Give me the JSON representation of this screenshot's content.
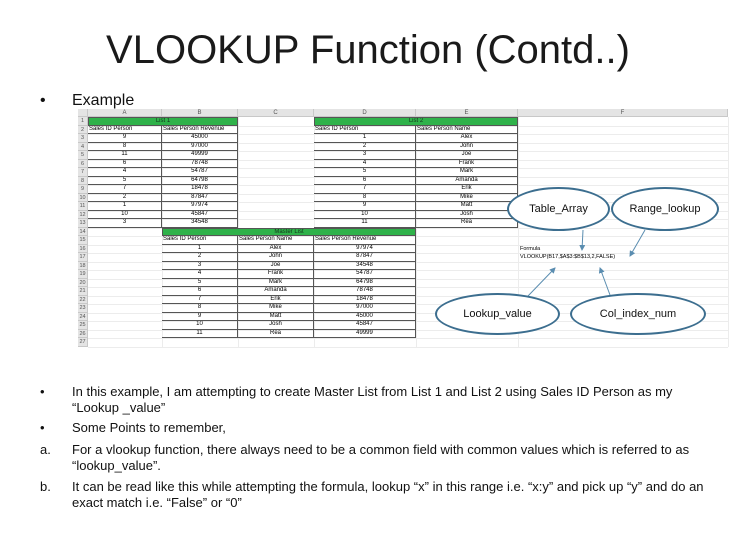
{
  "slide": {
    "title": "VLOOKUP Function (Contd..)",
    "example_label": "Example",
    "bullet_marker": "•"
  },
  "sheet": {
    "columns": [
      "A",
      "B",
      "C",
      "D",
      "E",
      "F"
    ],
    "rows": [
      "1",
      "2",
      "3",
      "4",
      "5",
      "6",
      "7",
      "8",
      "9",
      "10",
      "11",
      "12",
      "13",
      "14",
      "15",
      "16",
      "17",
      "18",
      "19",
      "20",
      "21",
      "22",
      "23",
      "24",
      "25",
      "26",
      "27"
    ],
    "list1": {
      "title": "List 1",
      "headers": [
        "Sales ID Person",
        "Sales Person Revenue"
      ],
      "rows": [
        [
          "9",
          "45000"
        ],
        [
          "8",
          "97000"
        ],
        [
          "11",
          "49999"
        ],
        [
          "6",
          "78748"
        ],
        [
          "4",
          "54787"
        ],
        [
          "5",
          "64798"
        ],
        [
          "7",
          "18478"
        ],
        [
          "2",
          "87847"
        ],
        [
          "1",
          "97974"
        ],
        [
          "10",
          "45847"
        ],
        [
          "3",
          "34548"
        ]
      ]
    },
    "list2": {
      "title": "List 2",
      "headers": [
        "Sales ID Person",
        "Sales Person Name"
      ],
      "rows": [
        [
          "1",
          "Alex"
        ],
        [
          "2",
          "John"
        ],
        [
          "3",
          "Joe"
        ],
        [
          "4",
          "Frank"
        ],
        [
          "5",
          "Mark"
        ],
        [
          "6",
          "Amanda"
        ],
        [
          "7",
          "Erik"
        ],
        [
          "8",
          "Mike"
        ],
        [
          "9",
          "Matt"
        ],
        [
          "10",
          "Josh"
        ],
        [
          "11",
          "Rea"
        ]
      ]
    },
    "master": {
      "title": "Master List",
      "headers": [
        "Sales ID Person",
        "Sales Person Name",
        "Sales Person Revenue"
      ],
      "rows": [
        [
          "1",
          "Alex",
          "97974"
        ],
        [
          "2",
          "John",
          "87847"
        ],
        [
          "3",
          "Joe",
          "34548"
        ],
        [
          "4",
          "Frank",
          "54787"
        ],
        [
          "5",
          "Mark",
          "64798"
        ],
        [
          "6",
          "Amanda",
          "78748"
        ],
        [
          "7",
          "Erik",
          "18478"
        ],
        [
          "8",
          "Mike",
          "97000"
        ],
        [
          "9",
          "Matt",
          "45000"
        ],
        [
          "10",
          "Josh",
          "45847"
        ],
        [
          "11",
          "Rea",
          "49999"
        ]
      ]
    },
    "formula_label": "Formula",
    "formula_text": "VLOOKUP(B17,$A$3:$B$13,2,FALSE)"
  },
  "callouts": {
    "table_array": "Table_Array",
    "range_lookup": "Range_lookup",
    "lookup_value": "Lookup_value",
    "col_index_num": "Col_index_num",
    "outline_color": "#3c6e8f"
  },
  "notes": [
    {
      "marker": "•",
      "text": "In this example, I am attempting to create Master List from List 1 and List 2 using Sales ID Person as my “Lookup _value”"
    },
    {
      "marker": "•",
      "text": "Some Points to remember,"
    },
    {
      "marker": "a.",
      "text": "For a vlookup function, there always need to be a common field with common values which is referred to as “lookup_value”."
    },
    {
      "marker": "b.",
      "text": "It can be read like this while attempting the formula, lookup “x” in this range i.e. “x:y” and pick up “y” and do an exact match i.e. “False” or “0”"
    }
  ]
}
